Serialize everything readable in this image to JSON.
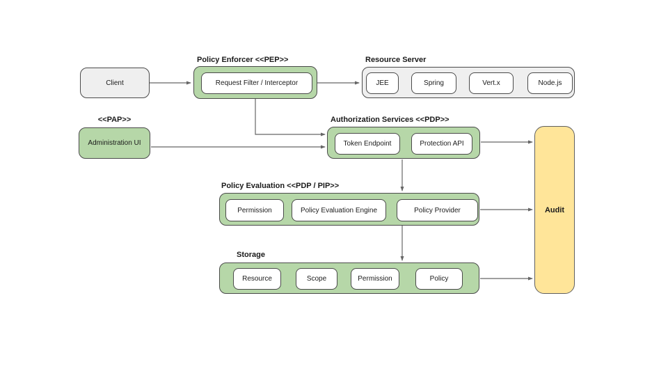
{
  "colors": {
    "green_fill": "#b6d7a8",
    "gray_fill": "#efefef",
    "yellow_fill": "#ffe599",
    "box_border": "#4a4a4a",
    "arrow": "#666666"
  },
  "nodes": {
    "client": {
      "label": "Client"
    },
    "policy_enforcer": {
      "title": "Policy Enforcer <<PEP>>",
      "items": [
        "Request Filter / Interceptor"
      ]
    },
    "resource_server": {
      "title": "Resource Server",
      "items": [
        "JEE",
        "Spring",
        "Vert.x",
        "Node.js"
      ]
    },
    "pap": {
      "title": "<<PAP>>",
      "label": "Administration UI"
    },
    "authorization_services": {
      "title": "Authorization Services <<PDP>>",
      "items": [
        "Token Endpoint",
        "Protection API"
      ]
    },
    "policy_evaluation": {
      "title": "Policy Evaluation <<PDP / PIP>>",
      "items": [
        "Permission",
        "Policy Evaluation Engine",
        "Policy Provider"
      ]
    },
    "storage": {
      "title": "Storage",
      "items": [
        "Resource",
        "Scope",
        "Permission",
        "Policy"
      ]
    },
    "audit": {
      "label": "Audit"
    }
  }
}
